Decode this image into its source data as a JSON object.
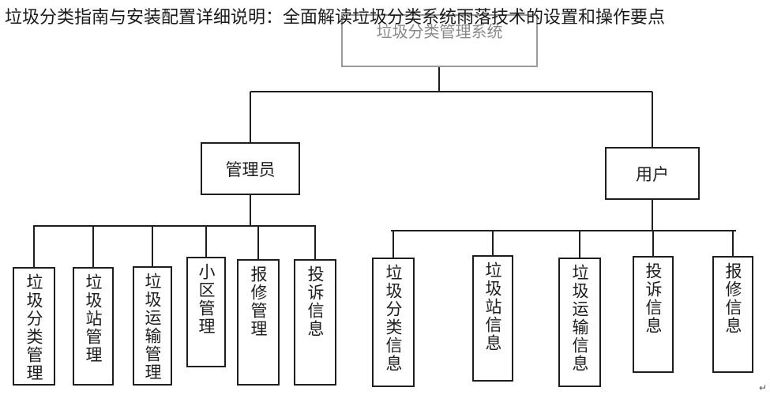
{
  "headline": "垃圾分类指南与安装配置详细说明：全面解读垃圾分类系统雨落技术的设置和操作要点",
  "diagram": {
    "root": {
      "label": "垃圾分类管理系统"
    },
    "admin": {
      "label": "管理员",
      "children": [
        "垃圾分类管理",
        "垃圾站管理",
        "垃圾运输管理",
        "小区管理",
        "报修管理",
        "投诉信息"
      ]
    },
    "user": {
      "label": "用户",
      "children": [
        "垃圾分类信息",
        "垃圾站信息",
        "垃圾运输信息",
        "投诉信息",
        "报修信息"
      ]
    }
  },
  "return_mark": "↵",
  "colors": {
    "line": "#1e1e1e",
    "root_border": "#9a9a9a",
    "text": "#1a1a1a"
  }
}
